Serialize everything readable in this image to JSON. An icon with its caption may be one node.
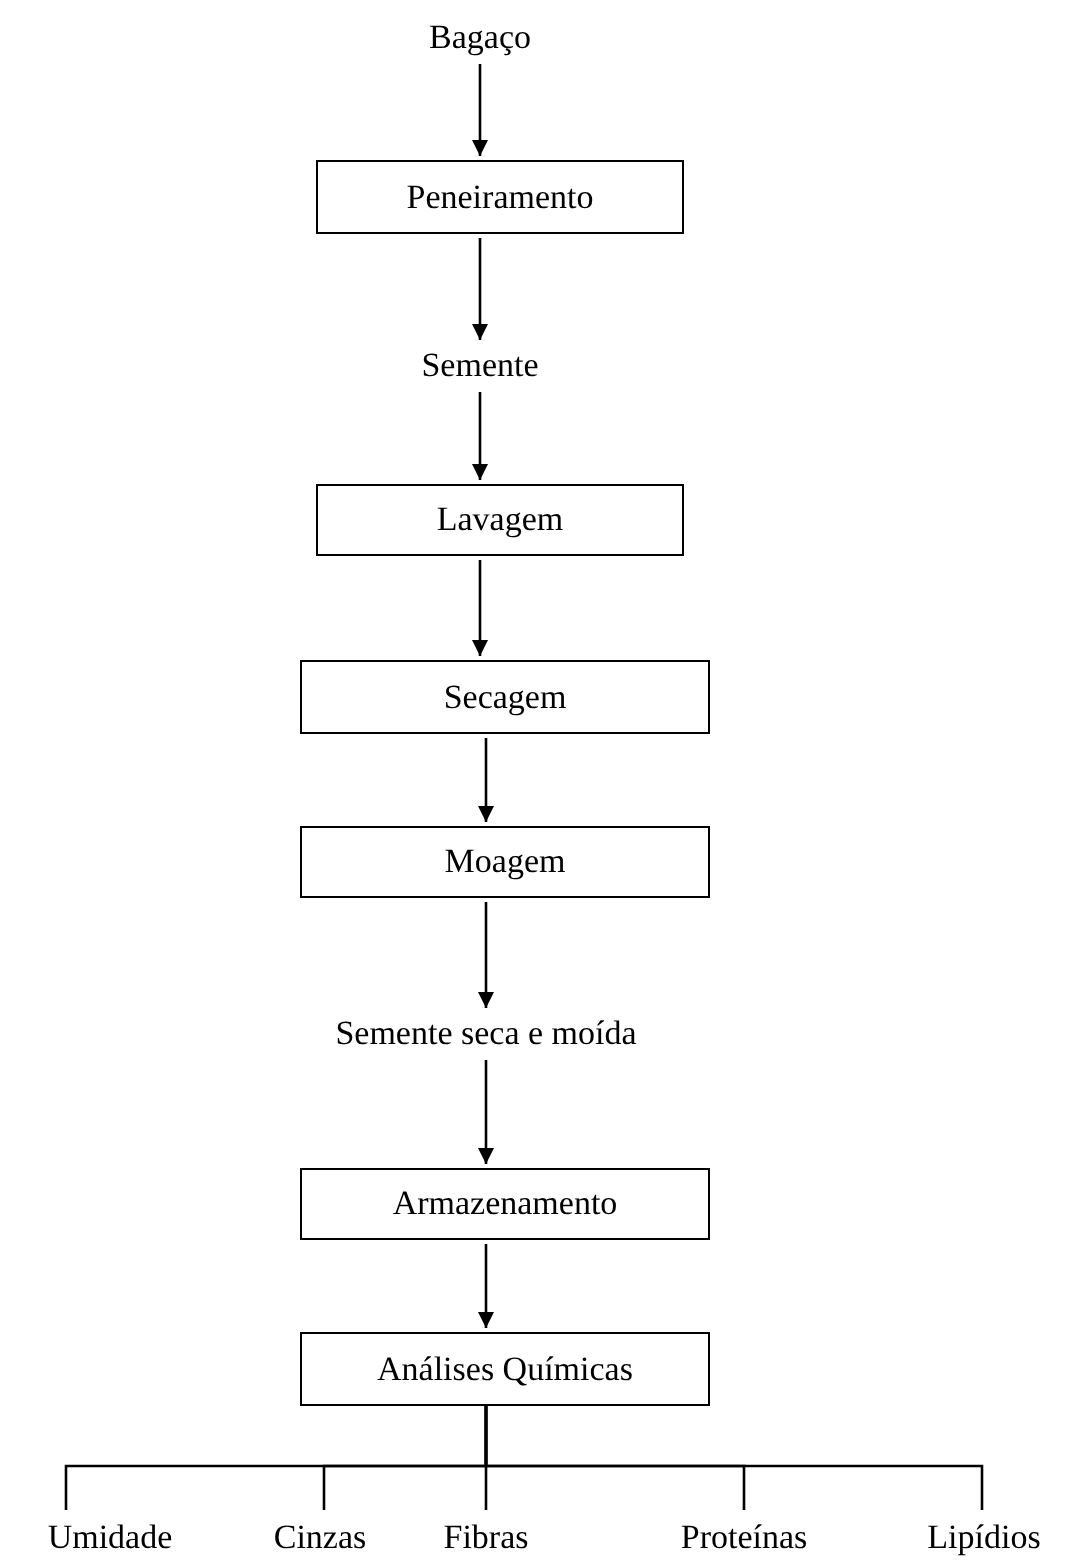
{
  "diagram": {
    "nodes": [
      {
        "text": [
          "Bagaço"
        ]
      },
      {
        "text": [
          "Peneiramento"
        ]
      },
      {
        "text": [
          "Semente"
        ]
      },
      {
        "text": [
          "Lavagem"
        ]
      },
      {
        "text": [
          "Secagem"
        ]
      },
      {
        "text": [
          "Moagem"
        ]
      },
      {
        "text": [
          "Semente seca e moída"
        ]
      },
      {
        "text": [
          "Armazenamento"
        ]
      },
      {
        "text": [
          "Análises Químicas"
        ]
      },
      {
        "text": [
          "Umidade"
        ]
      },
      {
        "text": [
          "Cinzas"
        ]
      },
      {
        "text": [
          "Fibras"
        ]
      },
      {
        "text": [
          "Proteínas"
        ]
      },
      {
        "text": [
          "Lipídios"
        ]
      }
    ],
    "edges": [
      {
        "from": 0,
        "to": 1,
        "arrow": "to"
      },
      {
        "from": 1,
        "to": 2,
        "arrow": "to"
      },
      {
        "from": 2,
        "to": 3,
        "arrow": "to"
      },
      {
        "from": 3,
        "to": 4,
        "arrow": "to"
      },
      {
        "from": 4,
        "to": 5,
        "arrow": "to"
      },
      {
        "from": 5,
        "to": 6,
        "arrow": "to"
      },
      {
        "from": 6,
        "to": 7,
        "arrow": "to"
      },
      {
        "from": 7,
        "to": 8,
        "arrow": "to"
      },
      {
        "from": 8,
        "to": 9,
        "arrow": "none"
      },
      {
        "from": 8,
        "to": 10,
        "arrow": "none"
      },
      {
        "from": 8,
        "to": 11,
        "arrow": "none"
      },
      {
        "from": 8,
        "to": 12,
        "arrow": "none"
      },
      {
        "from": 8,
        "to": 13,
        "arrow": "none"
      }
    ]
  }
}
